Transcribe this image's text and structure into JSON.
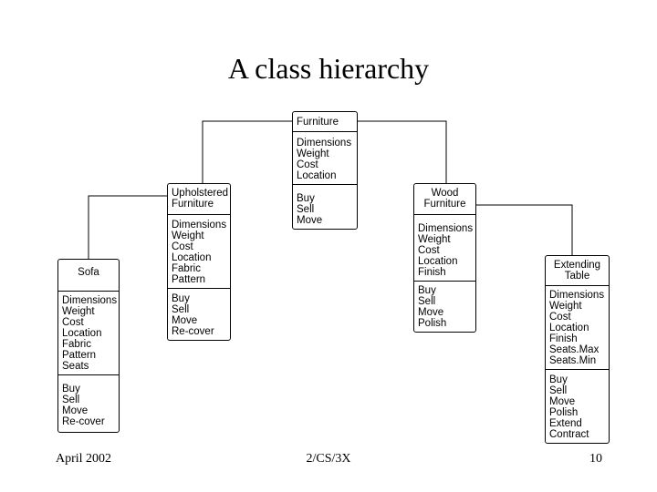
{
  "title": "A class hierarchy",
  "classes": {
    "furniture": {
      "name": "Furniture",
      "attributes": [
        "Dimensions",
        "Weight",
        "Cost",
        "Location"
      ],
      "methods": [
        "Buy",
        "Sell",
        "Move"
      ]
    },
    "upholstered": {
      "name": [
        "Upholstered",
        "Furniture"
      ],
      "attributes": [
        "Dimensions",
        "Weight",
        "Cost",
        "Location",
        "Fabric",
        "Pattern"
      ],
      "methods": [
        "Buy",
        "Sell",
        "Move",
        "Re-cover"
      ]
    },
    "wood": {
      "name": [
        "Wood",
        "Furniture"
      ],
      "attributes": [
        "Dimensions",
        "Weight",
        "Cost",
        "Location",
        "Finish"
      ],
      "methods": [
        "Buy",
        "Sell",
        "Move",
        "Polish"
      ]
    },
    "sofa": {
      "name": "Sofa",
      "attributes": [
        "Dimensions",
        "Weight",
        "Cost",
        "Location",
        "Fabric",
        "Pattern",
        "Seats"
      ],
      "methods": [
        "Buy",
        "Sell",
        "Move",
        "Re-cover"
      ]
    },
    "extending": {
      "name": [
        "Extending",
        "Table"
      ],
      "attributes": [
        "Dimensions",
        "Weight",
        "Cost",
        "Location",
        "Finish",
        "Seats.Max",
        "Seats.Min"
      ],
      "methods": [
        "Buy",
        "Sell",
        "Move",
        "Polish",
        "Extend",
        "Contract"
      ]
    }
  },
  "footer": {
    "date": "April 2002",
    "course": "2/CS/3X",
    "page": "10"
  }
}
